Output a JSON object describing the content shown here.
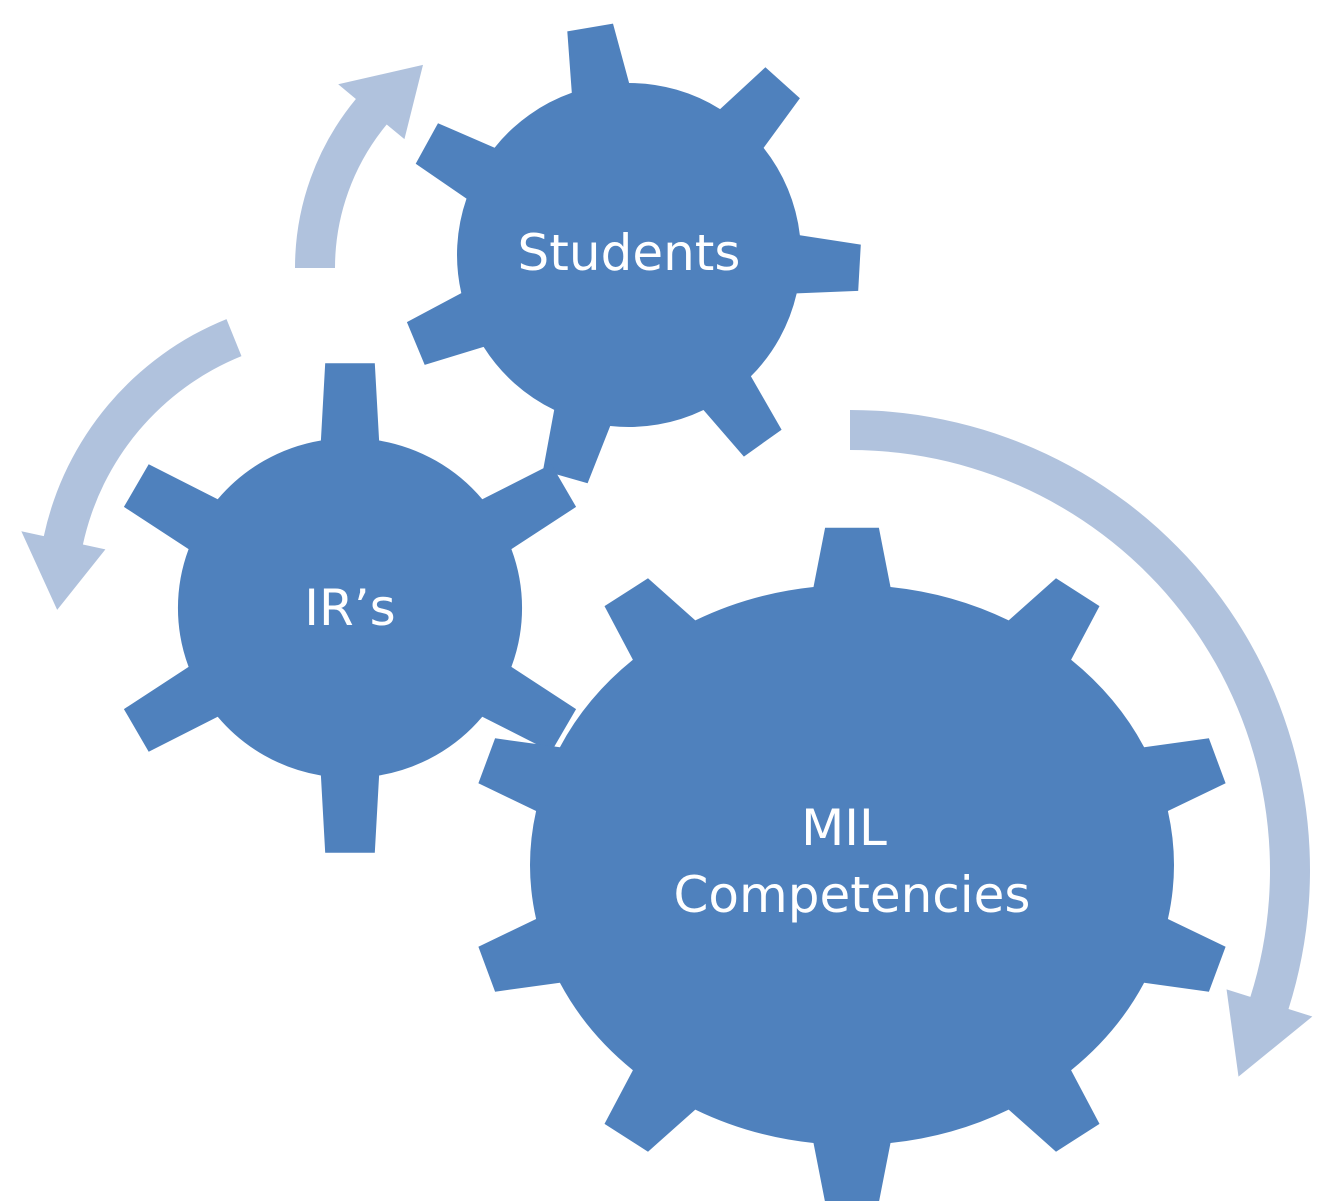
{
  "diagram": {
    "gear_color": "#4f81bd",
    "arrow_color": "#b0c2dd",
    "gears": [
      {
        "id": "students",
        "label_lines": [
          "Students"
        ]
      },
      {
        "id": "irs",
        "label_lines": [
          "IR’s"
        ]
      },
      {
        "id": "mil",
        "label_lines": [
          "MIL",
          "Competencies"
        ]
      }
    ]
  }
}
